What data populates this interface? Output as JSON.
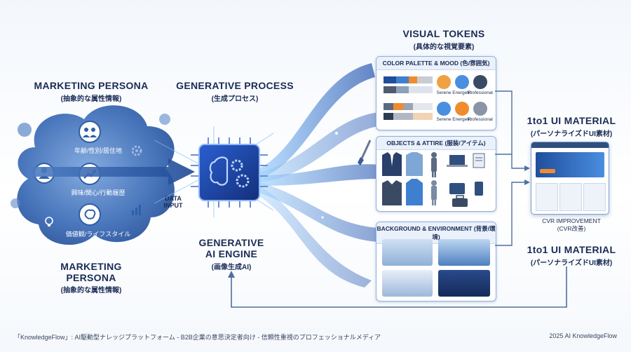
{
  "persona": {
    "title": "MARKETING PERSONA",
    "subtitle": "(抽象的な属性情報)",
    "items": [
      "年齢/性別/居住地",
      "興味/関心/行動履歴",
      "価値観/ライフスタイル"
    ],
    "bottom_title_line1": "MARKETING",
    "bottom_title_line2": "PERSONA",
    "bottom_subtitle": "(抽象的な属性情報)"
  },
  "data_input": {
    "line1": "DATA",
    "line2": "INPUT"
  },
  "process": {
    "title": "GENERATIVE PROCESS",
    "subtitle": "(生成プロセス)",
    "engine_line1": "GENERATIVE",
    "engine_line2": "AI ENGINE",
    "engine_sub": "(画像生成AI)"
  },
  "tokens": {
    "title": "VISUAL TOKENS",
    "subtitle": "(具体的な視覚要素)",
    "panels": [
      {
        "head": "COLOR PALETTE & MOOD (色/雰囲気)",
        "moods": [
          "Serene",
          "Energetic",
          "Professional"
        ]
      },
      {
        "head": "OBJECTS & ATTIRE (服装/アイテム)"
      },
      {
        "head": "BACKGROUND & ENVIRONMENT (背景/環境)"
      }
    ]
  },
  "material": {
    "title": "1to1 UI MATERIAL",
    "subtitle": "(パーソナライズドUI素材)",
    "cvr_line1": "CVR IMPROVEMENT",
    "cvr_line2": "(CVR改善)",
    "title2": "1to1 UI MATERIAL",
    "subtitle2": "(パーソナライズドUI素材)"
  },
  "footer": {
    "left": "「KnowledgeFlow」: AI駆動型ナレッジプラットフォーム - B2B企業の意思決定者向け - 信頼性重視のプロフェッショナルメディア",
    "right": "2025 AI KnowledgeFlow"
  },
  "colors": {
    "navy": "#1a2b55",
    "cloud_dark": "#2f5fa8",
    "cloud_light": "#6b98d6",
    "chip_blue": "#3f7fd0",
    "chip_orange": "#f08c2e",
    "chip_gray": "#9aa4b3"
  }
}
